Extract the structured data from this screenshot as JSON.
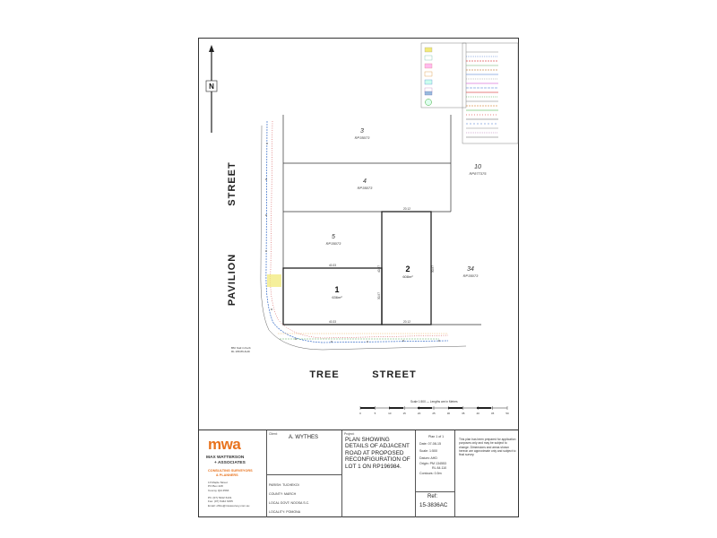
{
  "plan": {
    "lots": [
      {
        "id": "lot-3",
        "label": "3",
        "plan": "RP35073"
      },
      {
        "id": "lot-4",
        "label": "4",
        "plan": "RP35073"
      },
      {
        "id": "lot-10",
        "label": "10",
        "plan": "RP877375"
      },
      {
        "id": "lot-5",
        "label": "5",
        "plan": "RP35073"
      },
      {
        "id": "lot-34",
        "label": "34",
        "plan": "RP35073"
      },
      {
        "id": "lot-1",
        "label": "1",
        "area": "636m²"
      },
      {
        "id": "lot-2",
        "label": "2",
        "area": "608m²"
      }
    ],
    "streets": {
      "pavilion_1": "PAVILION",
      "pavilion_2": "STREET",
      "tree_1": "TREE",
      "tree_2": "STREET"
    },
    "north_label": "N",
    "dimensions": {
      "d1": "40.33",
      "d2": "40.33",
      "d3": "20.12",
      "d4": "20.12",
      "d5": "40.37",
      "d6": "30.97",
      "d7": "30.97"
    },
    "scale_caption": "Scale 1:500 — Lengths are in Metres",
    "scale_ticks": [
      "0",
      "5",
      "10",
      "15",
      "20",
      "25",
      "30",
      "35",
      "40",
      "45",
      "50"
    ],
    "bm_note_1": "BM: Nail in Kerb",
    "bm_note_2": "RL 189.86 AHD"
  },
  "title_block": {
    "client_label": "Client:",
    "client": "A. WYTHES",
    "project_label": "Project:",
    "project_lines": [
      "PLAN SHOWING",
      "DETAILS OF ADJACENT",
      "ROAD AT PROPOSED",
      "RECONFIGURATION OF",
      "LOT 1 ON RP196984."
    ],
    "plan_of": "Plan 1 of 1",
    "date_label": "Date:",
    "date": "07-08-15",
    "scale_label": "Scale:",
    "scale": "1:500",
    "datum_label": "Datum:",
    "datum": "AHD",
    "origin_label": "Origin:",
    "origin": "PM 134553",
    "origin_rl": "RL 84.110",
    "contour_label": "Contours:",
    "contour": "0.5m",
    "ref_label": "Ref:",
    "ref": "15-3836AC",
    "notes": "This plan has been prepared for application purposes only and may be subject to change. Dimensions and areas shown hereon are approximate only and subject to final survey.",
    "parish_label": "PARISH:",
    "parish": "TUCHEKOI",
    "county_label": "COUNTY:",
    "county": "MARCH",
    "lga_label": "LOCAL GOVT:",
    "lga": "NOOSA S.C.",
    "locality_label": "LOCALITY:",
    "locality": "POMONA",
    "logo": "mwa",
    "firm_1": "MAX WATTERSON",
    "firm_2": "+ ASSOCIATES",
    "firm_3": "CONSULTING SURVEYORS",
    "firm_4": "& PLANNERS",
    "address": "13 Maple Street\nPO Box 428\nCooroy Qld 4563\n\nPh: (07) 5442 6131\nFax: (07) 5442 6155\nEmail: office@mwasurvey.com.au"
  },
  "colors": {
    "brand_orange": "#e8731e",
    "line": "#333333",
    "water_blue": "#3a6fc9",
    "highlight_yellow": "#f2ea7a"
  }
}
